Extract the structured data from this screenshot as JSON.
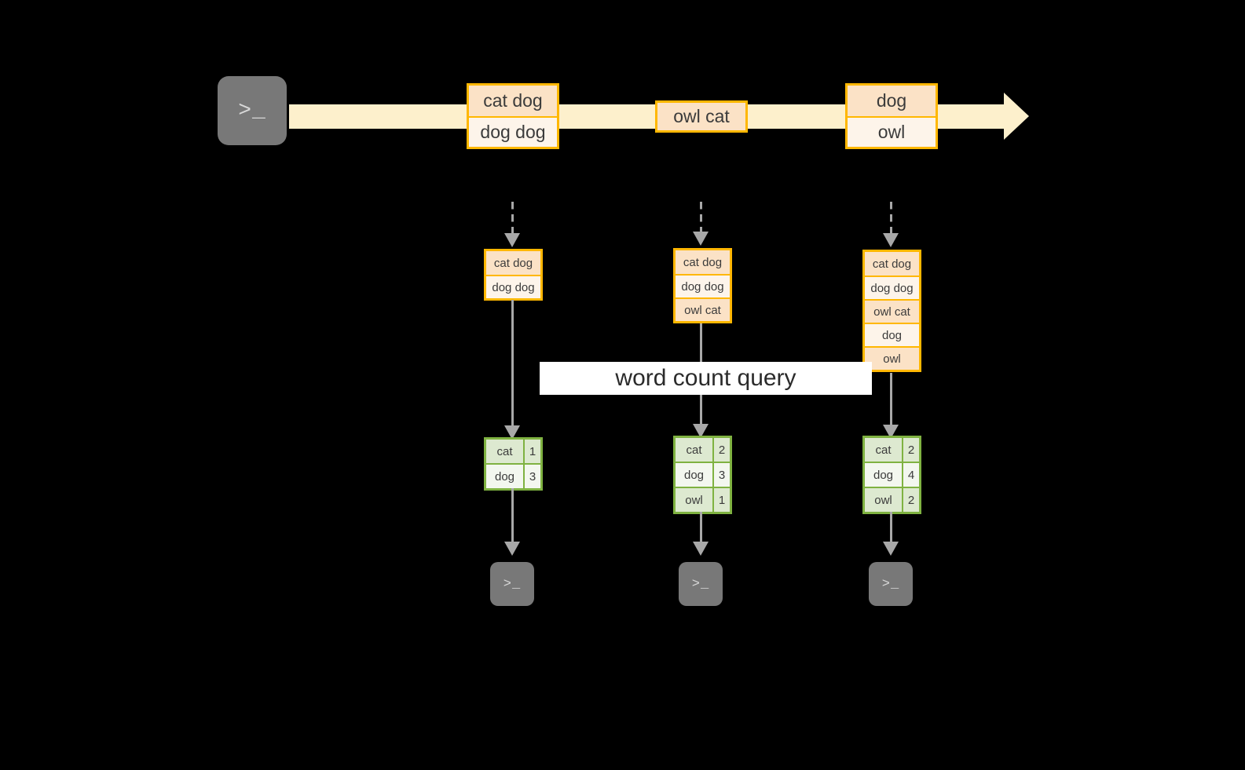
{
  "diagram": {
    "title": "word count query",
    "colors": {
      "background": "#000000",
      "stream": "#FDF0CC",
      "event_border": "#FFB700",
      "event_fill_dark": "#FBE2C6",
      "event_fill_light": "#FDF4EA",
      "result_border": "#7FB241",
      "result_fill_dark": "#DDE9D0",
      "result_fill_light": "#F3F7EF",
      "connector": "#A8A8A8",
      "terminal": "#787878",
      "banner": "#FFFFFF"
    }
  },
  "source": {
    "icon": "terminal-icon",
    "glyph": ">_"
  },
  "stream": {
    "events": [
      {
        "lines": [
          "cat dog",
          "dog dog"
        ]
      },
      {
        "lines": [
          "owl cat"
        ]
      },
      {
        "lines": [
          "dog",
          "owl"
        ]
      }
    ]
  },
  "snapshots": [
    {
      "label": "snapshot-1",
      "lines": [
        "cat dog",
        "dog dog"
      ]
    },
    {
      "label": "snapshot-2",
      "lines": [
        "cat dog",
        "dog dog",
        "owl cat"
      ]
    },
    {
      "label": "snapshot-3",
      "lines": [
        "cat dog",
        "dog dog",
        "owl cat",
        "dog",
        "owl"
      ]
    }
  ],
  "results": [
    {
      "label": "result-1",
      "rows": [
        {
          "word": "cat",
          "count": "1"
        },
        {
          "word": "dog",
          "count": "3"
        }
      ]
    },
    {
      "label": "result-2",
      "rows": [
        {
          "word": "cat",
          "count": "2"
        },
        {
          "word": "dog",
          "count": "3"
        },
        {
          "word": "owl",
          "count": "1"
        }
      ]
    },
    {
      "label": "result-3",
      "rows": [
        {
          "word": "cat",
          "count": "2"
        },
        {
          "word": "dog",
          "count": "4"
        },
        {
          "word": "owl",
          "count": "2"
        }
      ]
    }
  ],
  "sinks": [
    {
      "label": "sink-1",
      "glyph": ">_"
    },
    {
      "label": "sink-2",
      "glyph": ">_"
    },
    {
      "label": "sink-3",
      "glyph": ">_"
    }
  ]
}
